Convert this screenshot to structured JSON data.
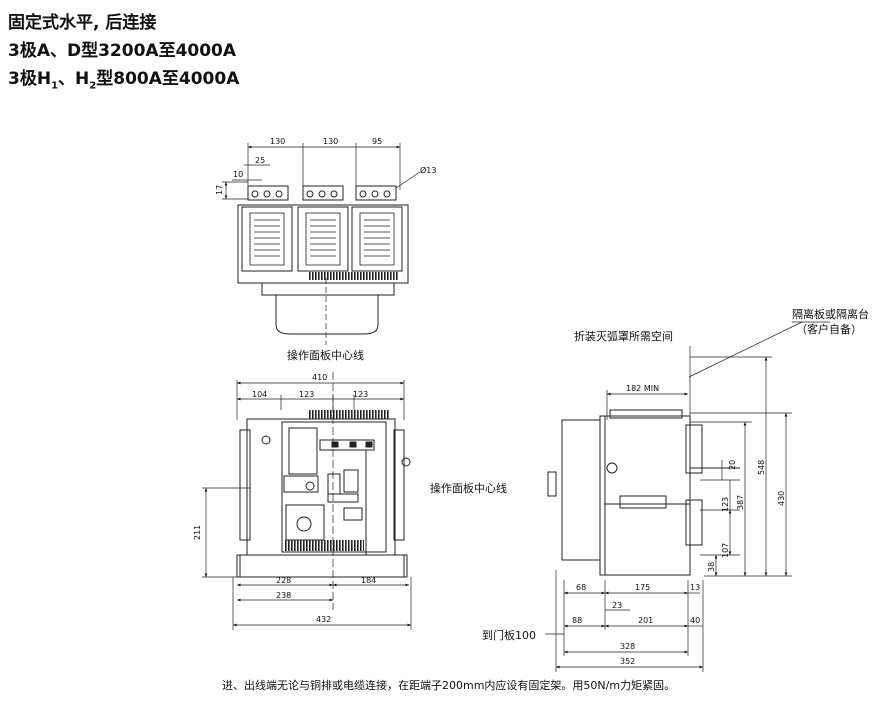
{
  "title": {
    "line1": "固定式水平, 后连接",
    "line2": "3极A、D型3200A至4000A",
    "line3_prefix": "3极H",
    "line3_sub1": "1",
    "line3_mid": "、H",
    "line3_sub2": "2",
    "line3_suffix": "型800A至4000A"
  },
  "top_view": {
    "dims": {
      "d130a": "130",
      "d130b": "130",
      "d95": "95",
      "d25": "25",
      "d10": "10",
      "d17": "17",
      "hole": "Ø13"
    },
    "centerline_label": "操作面板中心线"
  },
  "front_view": {
    "dims": {
      "w410": "410",
      "d104": "104",
      "d123a": "123",
      "d123b": "123",
      "h211": "211",
      "d228": "228",
      "d184": "184",
      "d238": "238",
      "d432": "432"
    },
    "centerline_label": "操作面板中心线"
  },
  "side_view": {
    "label_arc": "折装灭弧罩所需空间",
    "label_partition_1": "隔离板或隔离台",
    "label_partition_2": "（客户自备）",
    "label_door": "到门板100",
    "dims": {
      "min182": "182 MIN",
      "v20": "20",
      "v548": "548",
      "v387": "387",
      "v430": "430",
      "v123": "123",
      "v107": "107",
      "v38": "38",
      "h68": "68",
      "h175": "175",
      "h13": "13",
      "h23": "23",
      "h88": "88",
      "h201": "201",
      "h40": "40",
      "h328": "328",
      "h352": "352"
    }
  },
  "footnote": "进、出线端无论与铜排或电缆连接，在距端子200mm内应设有固定架。用50N/m力矩紧固。"
}
